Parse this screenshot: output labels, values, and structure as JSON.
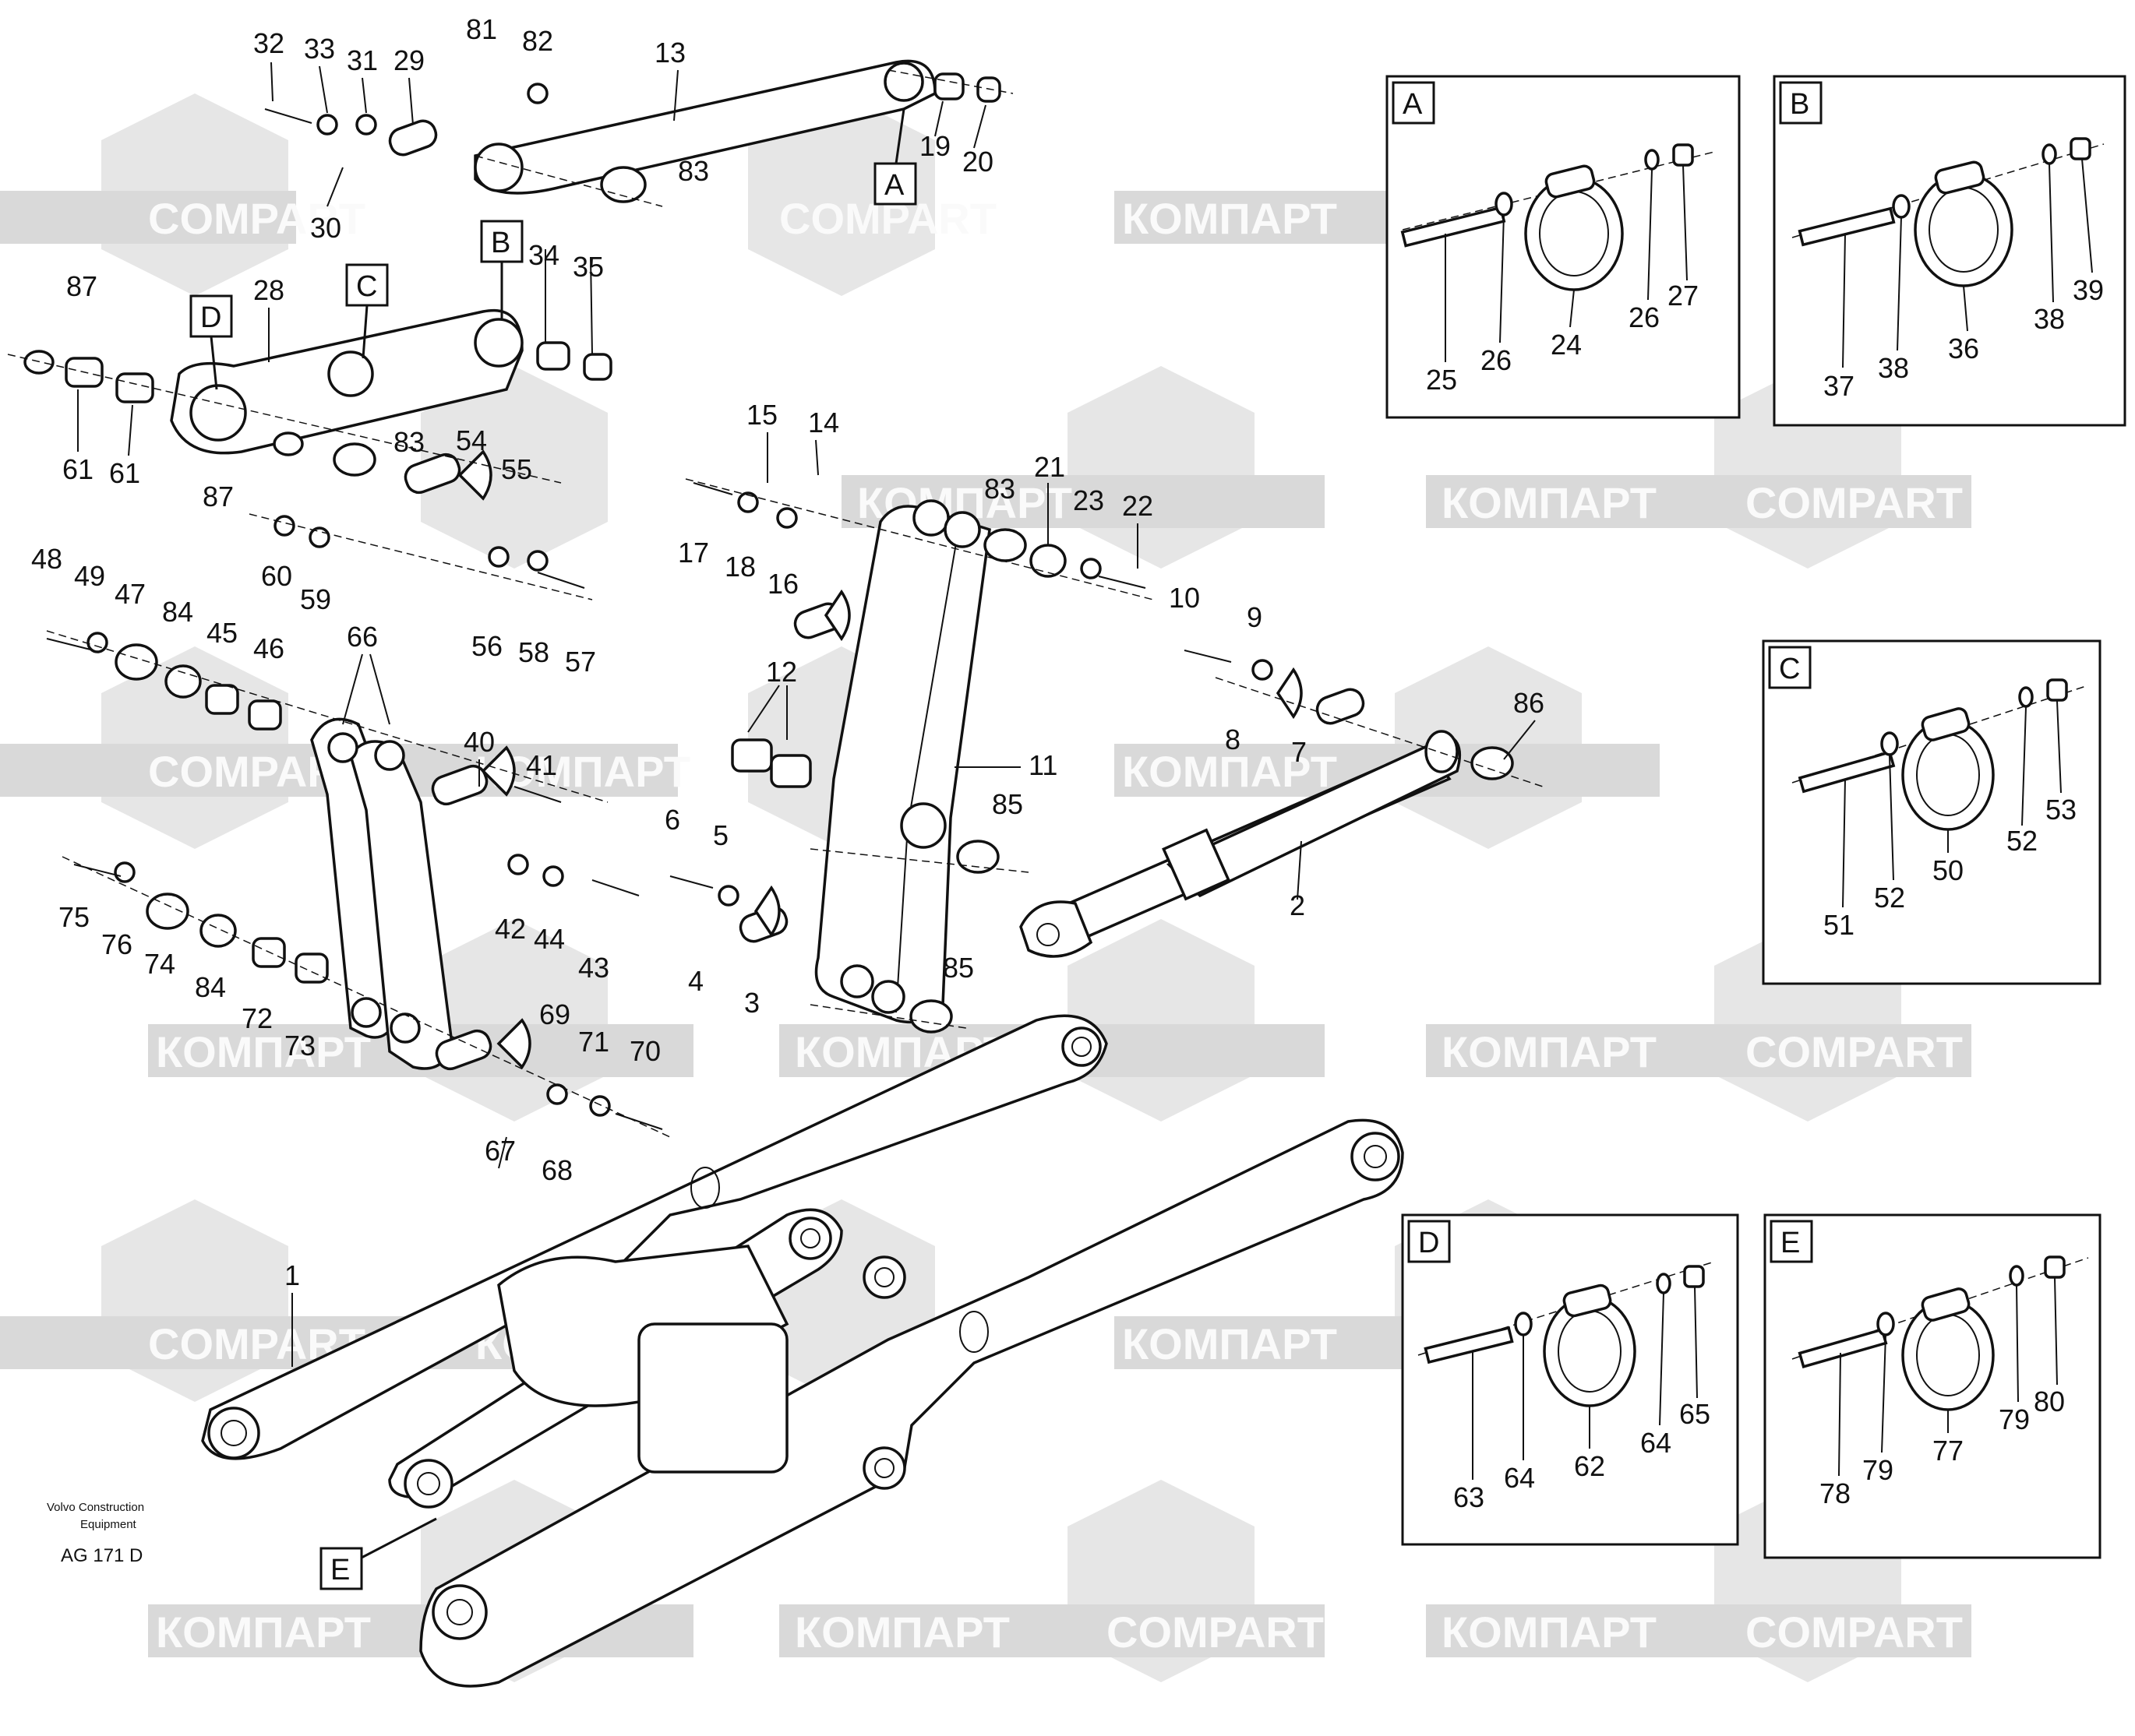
{
  "watermarks": {
    "cyrillic": "КОМПАРТ",
    "latin": "COMPART"
  },
  "footer": {
    "company_line1": "Volvo Construction",
    "company_line2": "Equipment",
    "drawing_code": "AG 171 D"
  },
  "callouts": {
    "a": "A",
    "b": "B",
    "c": "C",
    "d": "D",
    "e": "E"
  },
  "detail_boxes": {
    "a": {
      "title": "A",
      "labels": [
        "25",
        "26",
        "24",
        "26",
        "27"
      ]
    },
    "b": {
      "title": "B",
      "labels": [
        "37",
        "38",
        "36",
        "38",
        "39"
      ]
    },
    "c": {
      "title": "C",
      "labels": [
        "51",
        "52",
        "50",
        "52",
        "53"
      ]
    },
    "d": {
      "title": "D",
      "labels": [
        "63",
        "64",
        "62",
        "64",
        "65"
      ]
    },
    "e": {
      "title": "E",
      "labels": [
        "78",
        "79",
        "77",
        "79",
        "80"
      ]
    }
  },
  "part_numbers": {
    "p1": "1",
    "p2": "2",
    "p3": "3",
    "p4": "4",
    "p5": "5",
    "p6": "6",
    "p7": "7",
    "p8": "8",
    "p9": "9",
    "p10": "10",
    "p11": "11",
    "p12": "12",
    "p13": "13",
    "p14": "14",
    "p15": "15",
    "p16": "16",
    "p17": "17",
    "p18": "18",
    "p19": "19",
    "p20": "20",
    "p21": "21",
    "p22": "22",
    "p23": "23",
    "p28": "28",
    "p29": "29",
    "p30": "30",
    "p31": "31",
    "p32": "32",
    "p33": "33",
    "p34": "34",
    "p35": "35",
    "p40": "40",
    "p41": "41",
    "p42": "42",
    "p43": "43",
    "p44": "44",
    "p45": "45",
    "p46": "46",
    "p47": "47",
    "p48": "48",
    "p49": "49",
    "p54": "54",
    "p55": "55",
    "p56": "56",
    "p57": "57",
    "p58": "58",
    "p59": "59",
    "p60": "60",
    "p61a": "61",
    "p61b": "61",
    "p66": "66",
    "p67": "67",
    "p68": "68",
    "p69": "69",
    "p70": "70",
    "p71": "71",
    "p72": "72",
    "p73": "73",
    "p74": "74",
    "p75": "75",
    "p76": "76",
    "p81": "81",
    "p82": "82",
    "p83a": "83",
    "p83b": "83",
    "p83c": "83",
    "p84a": "84",
    "p84b": "84",
    "p85a": "85",
    "p85b": "85",
    "p86": "86",
    "p87a": "87",
    "p87b": "87"
  }
}
